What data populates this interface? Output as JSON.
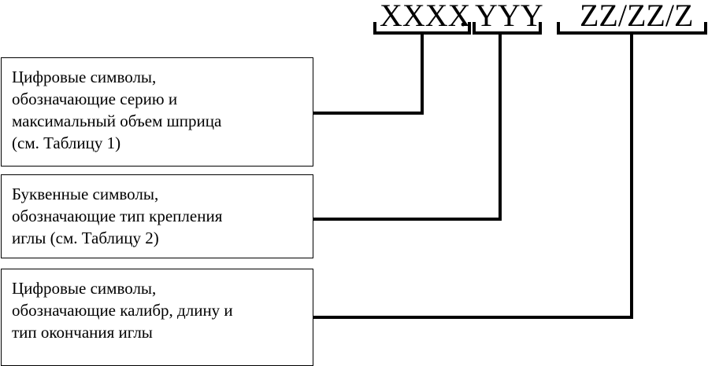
{
  "code": {
    "part_x": "XXXX",
    "separator": ".",
    "part_y": "YYY",
    "part_z": "ZZ/ZZ/Z"
  },
  "descriptions": [
    {
      "lines": [
        "Цифровые символы,",
        "обозначающие серию и",
        "максимальный объем шприца",
        "(см. Таблицу 1)"
      ]
    },
    {
      "lines": [
        "Буквенные символы,",
        "обозначающие тип крепления",
        "иглы (см. Таблицу 2)"
      ]
    },
    {
      "lines": [
        "Цифровые символы,",
        "обозначающие калибр, длину и",
        "тип окончания иглы"
      ]
    }
  ],
  "colors": {
    "line": "#000000",
    "text": "#000000",
    "background": "#ffffff"
  }
}
